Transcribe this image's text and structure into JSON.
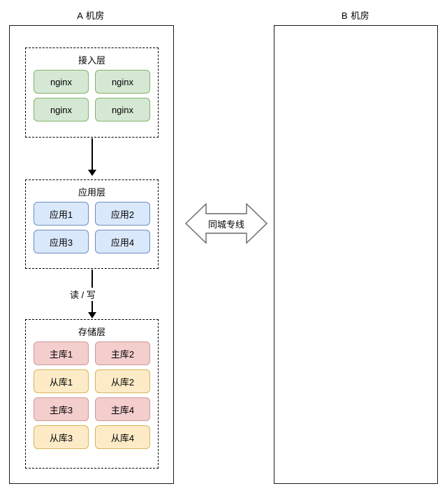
{
  "datacenters": {
    "a": {
      "title": "A 机房",
      "layers": [
        {
          "id": "access",
          "title": "接入层",
          "color": "green",
          "nodes": [
            "nginx",
            "nginx",
            "nginx",
            "nginx"
          ]
        },
        {
          "id": "app",
          "title": "应用层",
          "color": "blue",
          "nodes": [
            "应用1",
            "应用2",
            "应用3",
            "应用4"
          ]
        },
        {
          "id": "storage",
          "title": "存储层",
          "nodes": [
            {
              "label": "主库1",
              "color": "red"
            },
            {
              "label": "主库2",
              "color": "red"
            },
            {
              "label": "从库1",
              "color": "yellow"
            },
            {
              "label": "从库2",
              "color": "yellow"
            },
            {
              "label": "主库3",
              "color": "red"
            },
            {
              "label": "主库4",
              "color": "red"
            },
            {
              "label": "从库3",
              "color": "yellow"
            },
            {
              "label": "从库4",
              "color": "yellow"
            }
          ]
        }
      ]
    },
    "b": {
      "title": "B 机房",
      "layers": []
    }
  },
  "connectors": {
    "access_to_app": "",
    "app_to_storage_label": "读 / 写"
  },
  "link": {
    "label": "同城专线",
    "direction": "bidirectional"
  },
  "colors": {
    "green_fill": "#d5e8d4",
    "green_stroke": "#82b366",
    "blue_fill": "#dae8fc",
    "blue_stroke": "#6c8ebf",
    "red_fill": "#f4cdcd",
    "red_stroke": "#cb9a9a",
    "yellow_fill": "#fdebc8",
    "yellow_stroke": "#d6b656",
    "outline": "#1a1a1a",
    "background": "#ffffff"
  }
}
